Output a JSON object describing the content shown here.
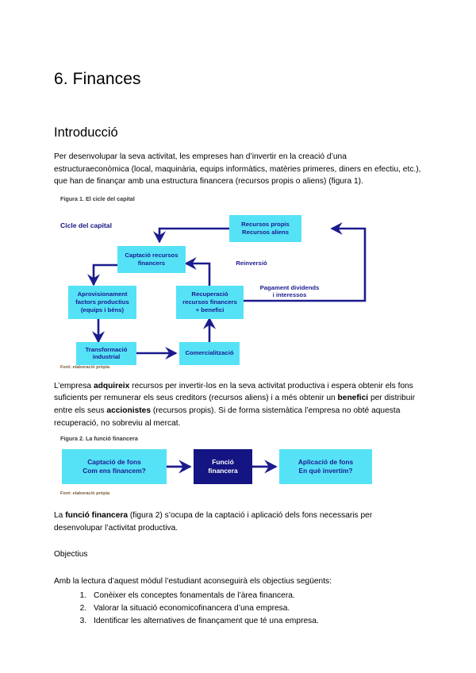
{
  "document": {
    "title": "6. Finances",
    "section_heading": "Introducció",
    "intro_paragraph_pre": "Per desenvolupar la seva activitat, les empreses han d’invertir en la creació d’una estructuraeconòmica (local, maquinària, equips informàtics, matèries primeres, diners en efectiu, etc.), que han de finançar amb una estructura financera (recursos propis o aliens) (figura 1).",
    "paragraph_after_fig1": {
      "seg1": "L’empresa ",
      "bold1": "adquireix",
      "seg2": " recursos per invertir-los en la seva activitat productiva i espera obtenir els fons suficients per remunerar els seus creditors (recursos aliens) i a més obtenir un ",
      "bold2": "benefici",
      "seg3": " per distribuir entre els seus ",
      "bold3": "accionistes",
      "seg4": " (recursos propis). Si de forma sistemàtica l’empresa no obté aquesta recuperació, no sobreviu al mercat."
    },
    "paragraph_after_fig2": {
      "seg1": "La ",
      "bold1": "funció financera",
      "seg2": " (figura 2) s’ocupa de la captació i aplicació dels fons necessaris per desenvolupar l’activitat productiva."
    },
    "objectius_heading": "Objectius",
    "objectius_lead": "Amb la lectura d’aquest mòdul l’estudiant aconseguirà els objectius següents:",
    "objectius_items": [
      "Conèixer els conceptes fonamentals de l’àrea financera.",
      "Valorar la situació economicofinancera d’una empresa.",
      "Identificar les alternatives de finançament que té una empresa."
    ]
  },
  "figure1": {
    "caption": "Figura 1. El cicle del capital",
    "source": "Font: elaboració pròpia",
    "cycle_title": "Cicle del capital",
    "nodes": [
      {
        "id": "recursos",
        "line1": "Recursos propis",
        "line2": "Recursos aliens"
      },
      {
        "id": "captacio",
        "line1": "Captació recursos",
        "line2": "financers"
      },
      {
        "id": "aprovisionament",
        "line1": "Aprovisionament",
        "line2": "factors productius",
        "line3": "(equips i béns)"
      },
      {
        "id": "recuperacio",
        "line1": "Recuperació",
        "line2": "recursos financers",
        "line3": "+ benefici"
      },
      {
        "id": "transformacio",
        "line1": "Transformació",
        "line2": "industrial"
      },
      {
        "id": "comercialitzacio",
        "line1": "Comercialització"
      }
    ],
    "edge_labels": [
      {
        "id": "reinversio",
        "text": "Reinversió"
      },
      {
        "id": "pagament",
        "line1": "Pagament dividends",
        "line2": "i interessos"
      }
    ],
    "colors": {
      "node_fill": "#55E2F7",
      "node_text": "#1b1b8f",
      "arrow": "#1b1b8f"
    }
  },
  "figure2": {
    "caption": "Figura 2. La funció financera",
    "source": "Font: elaboració pròpia",
    "nodes": [
      {
        "id": "captacio-fons",
        "line1": "Captació de fons",
        "line2": "Com ens financem?"
      },
      {
        "id": "funcio-financera",
        "line1": "Funció",
        "line2": "financera"
      },
      {
        "id": "aplicacio-fons",
        "line1": "Aplicació de fons",
        "line2": "En què invertim?"
      }
    ],
    "colors": {
      "node_fill": "#55E2F7",
      "dark_fill": "#141482",
      "arrow": "#1b1b8f"
    }
  }
}
